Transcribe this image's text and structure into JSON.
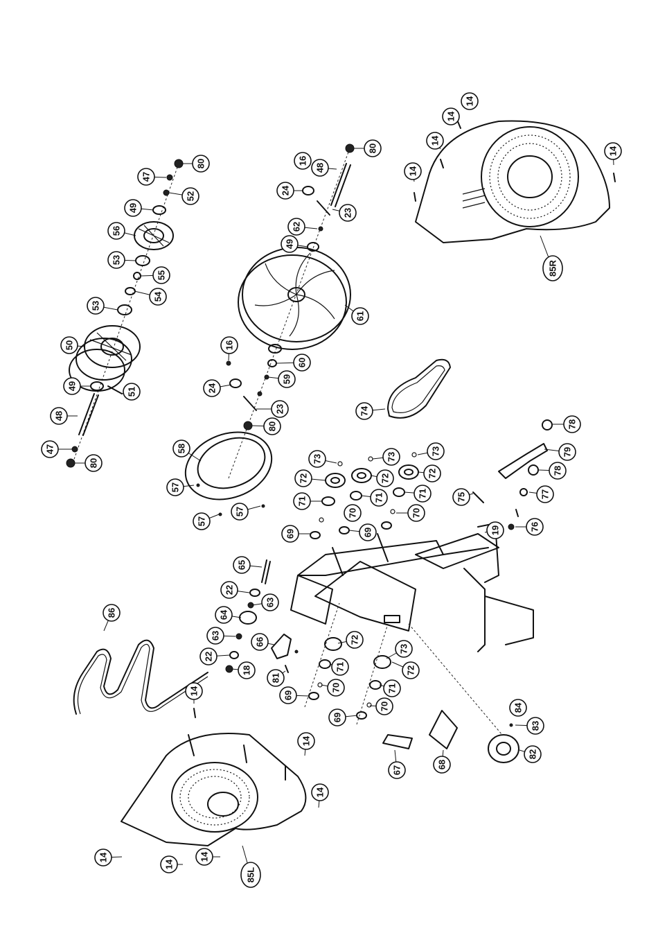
{
  "diagram": {
    "callout_labels": [
      "80",
      "47",
      "52",
      "49",
      "56",
      "53",
      "55",
      "54",
      "53",
      "50",
      "49",
      "51",
      "48",
      "47",
      "80",
      "16",
      "48",
      "80",
      "24",
      "23",
      "62",
      "49",
      "61",
      "16",
      "60",
      "24",
      "59",
      "23",
      "80",
      "14",
      "14",
      "14",
      "14",
      "14",
      "85R",
      "74",
      "78",
      "79",
      "78",
      "77",
      "75",
      "76",
      "19",
      "73",
      "72",
      "73",
      "72",
      "73",
      "72",
      "71",
      "71",
      "71",
      "70",
      "70",
      "69",
      "69",
      "58",
      "57",
      "57",
      "57",
      "65",
      "22",
      "63",
      "64",
      "63",
      "22",
      "18",
      "66",
      "81",
      "72",
      "71",
      "70",
      "69",
      "73",
      "72",
      "71",
      "70",
      "69",
      "86",
      "14",
      "14",
      "14",
      "14",
      "14",
      "14",
      "85L",
      "67",
      "68",
      "84",
      "83",
      "82"
    ]
  }
}
